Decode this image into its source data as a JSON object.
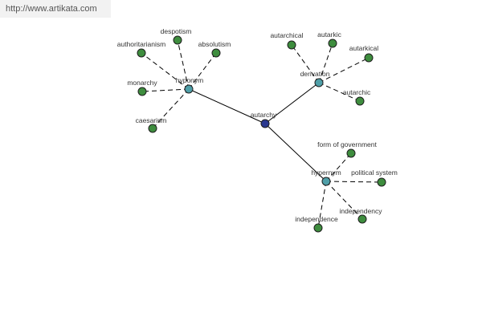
{
  "watermark": "http://www.artikata.com",
  "colors": {
    "center": "#2b3990",
    "relation": "#4f9fa8",
    "leaf": "#3e8d3e"
  },
  "nodes": [
    {
      "id": "autarchy",
      "label": "autarchy",
      "kind": "center"
    },
    {
      "id": "hyponym",
      "label": "hyponym",
      "kind": "relation"
    },
    {
      "id": "derivation",
      "label": "derivation",
      "kind": "relation"
    },
    {
      "id": "hypernym",
      "label": "hypernym",
      "kind": "relation"
    },
    {
      "id": "authoritarianism",
      "label": "authoritarianism",
      "kind": "leaf"
    },
    {
      "id": "despotism",
      "label": "despotism",
      "kind": "leaf"
    },
    {
      "id": "absolutism",
      "label": "absolutism",
      "kind": "leaf"
    },
    {
      "id": "monarchy",
      "label": "monarchy",
      "kind": "leaf"
    },
    {
      "id": "caesarism",
      "label": "caesarism",
      "kind": "leaf"
    },
    {
      "id": "autarchical",
      "label": "autarchical",
      "kind": "leaf"
    },
    {
      "id": "autarkic",
      "label": "autarkic",
      "kind": "leaf"
    },
    {
      "id": "autarkical",
      "label": "autarkical",
      "kind": "leaf"
    },
    {
      "id": "autarchic",
      "label": "autarchic",
      "kind": "leaf"
    },
    {
      "id": "form-of-government",
      "label": "form of government",
      "kind": "leaf"
    },
    {
      "id": "political-system",
      "label": "political system",
      "kind": "leaf"
    },
    {
      "id": "independency",
      "label": "independency",
      "kind": "leaf"
    },
    {
      "id": "independence",
      "label": "independence",
      "kind": "leaf"
    }
  ],
  "edges": [
    {
      "from": "autarchy",
      "to": "hyponym",
      "style": "solid"
    },
    {
      "from": "autarchy",
      "to": "derivation",
      "style": "solid"
    },
    {
      "from": "autarchy",
      "to": "hypernym",
      "style": "solid"
    },
    {
      "from": "hyponym",
      "to": "authoritarianism",
      "style": "dashed"
    },
    {
      "from": "hyponym",
      "to": "despotism",
      "style": "dashed"
    },
    {
      "from": "hyponym",
      "to": "absolutism",
      "style": "dashed"
    },
    {
      "from": "hyponym",
      "to": "monarchy",
      "style": "dashed"
    },
    {
      "from": "hyponym",
      "to": "caesarism",
      "style": "dashed"
    },
    {
      "from": "derivation",
      "to": "autarchical",
      "style": "dashed"
    },
    {
      "from": "derivation",
      "to": "autarkic",
      "style": "dashed"
    },
    {
      "from": "derivation",
      "to": "autarkical",
      "style": "dashed"
    },
    {
      "from": "derivation",
      "to": "autarchic",
      "style": "dashed"
    },
    {
      "from": "hypernym",
      "to": "form-of-government",
      "style": "dashed"
    },
    {
      "from": "hypernym",
      "to": "political-system",
      "style": "dashed"
    },
    {
      "from": "hypernym",
      "to": "independency",
      "style": "dashed"
    },
    {
      "from": "hypernym",
      "to": "independence",
      "style": "dashed"
    }
  ]
}
